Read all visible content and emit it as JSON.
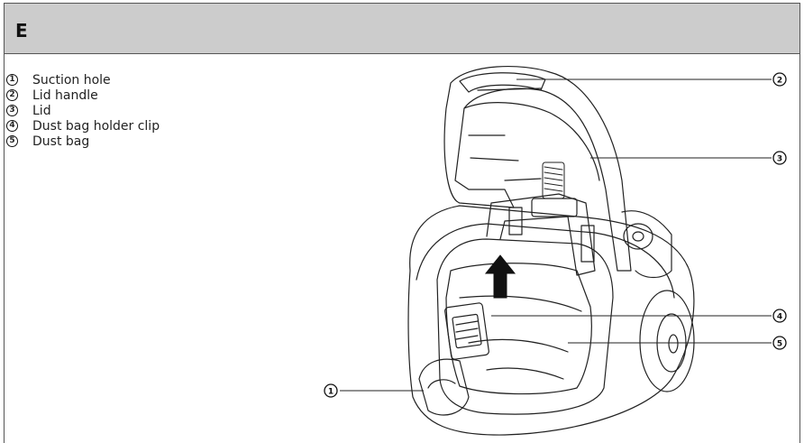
{
  "section": {
    "letter": "E"
  },
  "legend": [
    {
      "num": "1",
      "label": "Suction hole"
    },
    {
      "num": "2",
      "label": "Lid handle"
    },
    {
      "num": "3",
      "label": "Lid"
    },
    {
      "num": "4",
      "label": "Dust bag holder clip"
    },
    {
      "num": "5",
      "label": "Dust bag"
    }
  ],
  "callouts": [
    "1",
    "2",
    "3",
    "4",
    "5"
  ],
  "icons": {
    "arrow": "up-arrow-icon"
  }
}
